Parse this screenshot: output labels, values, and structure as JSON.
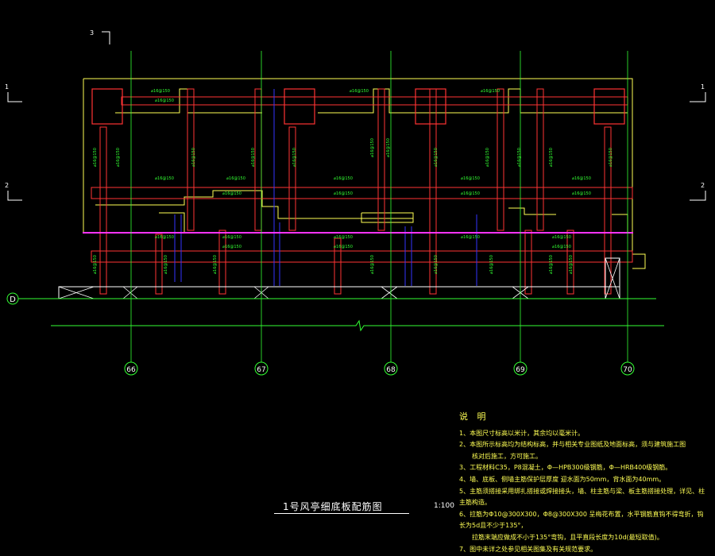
{
  "drawing": {
    "title": "1号风亭细底板配筋图",
    "scale": "1:100",
    "axis_label_d": "D",
    "axis_bubbles": [
      "66",
      "67",
      "68",
      "69",
      "70"
    ],
    "section_marks": {
      "top_3": "3",
      "left_1": "1",
      "right_1": "1",
      "left_2": "2",
      "right_2": "2"
    },
    "rebar_labels": {
      "h": "⌀16@150",
      "v": "⌀16@150"
    },
    "colors": {
      "background": "#000000",
      "outline": "#ffff55",
      "rebar": "#ff3333",
      "label": "#33ff33",
      "grid": "#33ff33",
      "magenta": "#ff33ff",
      "blue": "#3333ff",
      "white": "#ffffff"
    }
  },
  "notes": {
    "heading": "说 明",
    "items": [
      "1、本图尺寸标高以米计，其余均以毫米计。",
      "2、本图所示标高均为结构标高，并与相关专业图纸及地面标高，须与建筑施工图",
      "核对后施工，方可施工。",
      "3、工程材料C35，P8混凝土，Φ—HPB300级钢筋，Φ—HRB400级钢筋。",
      "4、墙、底板、侧墙主筋保护层厚度 迎水面为50mm，背水面为40mm。",
      "5、主筋须搭接采用绑扎搭接或焊接接头，墙、柱主筋与梁、板主筋搭接处理，详见、柱主筋构造。",
      "6、拉筋为Φ10@300X300，Φ8@300X300 呈梅花布置，水平钢筋直钩不得弯折，钩长为5d且不少于135°，",
      "拉筋末端应做成不小于135°弯钩，且平直段长度为10d(最短取值)。",
      "7、图中未详之处参见相关图集及有关规范要求。"
    ]
  }
}
